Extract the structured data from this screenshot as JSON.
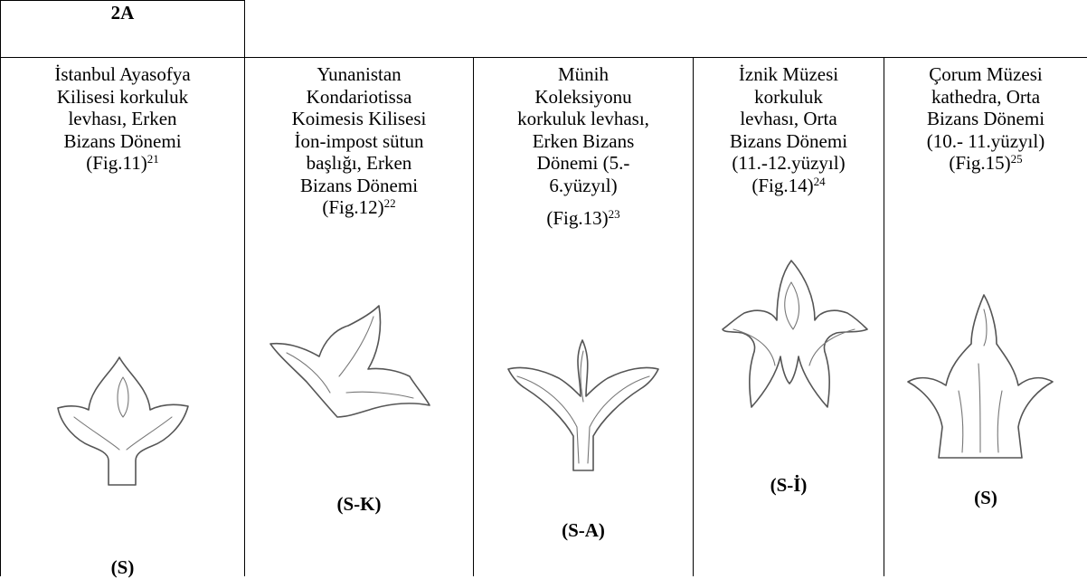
{
  "table": {
    "header": "2A",
    "columns": [
      {
        "lines": [
          "İstanbul Ayasofya",
          "Kilisesi korkuluk",
          "levhası, Erken",
          "Bizans Dönemi"
        ],
        "ref": "(Fig.11)",
        "note": "21",
        "code": "(S)",
        "icon": "leaf-motif-icon"
      },
      {
        "lines": [
          "Yunanistan",
          "Kondariotissa",
          "Koimesis Kilisesi",
          "İon-impost sütun",
          "başlığı, Erken",
          "Bizans Dönemi"
        ],
        "ref": "(Fig.12)",
        "note": "22",
        "code": "(S-K)",
        "icon": "leaf-motif-icon"
      },
      {
        "lines": [
          "Münih",
          "Koleksiyonu",
          "korkuluk levhası,",
          "Erken Bizans",
          "Dönemi (5.-",
          "6.yüzyıl)"
        ],
        "ref": "(Fig.13)",
        "note": "23",
        "code": "(S-A)",
        "icon": "leaf-motif-icon"
      },
      {
        "lines": [
          "İznik Müzesi",
          "korkuluk",
          "levhası, Orta",
          "Bizans Dönemi",
          "(11.-12.yüzyıl)"
        ],
        "ref": "(Fig.14)",
        "note": "24",
        "code": "(S-İ)",
        "icon": "leaf-motif-icon"
      },
      {
        "lines": [
          "Çorum Müzesi",
          "kathedra, Orta",
          "Bizans Dönemi",
          "(10.- 11.yüzyıl)"
        ],
        "ref": "(Fig.15)",
        "note": "25",
        "code": "(S)",
        "icon": "leaf-motif-icon"
      }
    ]
  }
}
